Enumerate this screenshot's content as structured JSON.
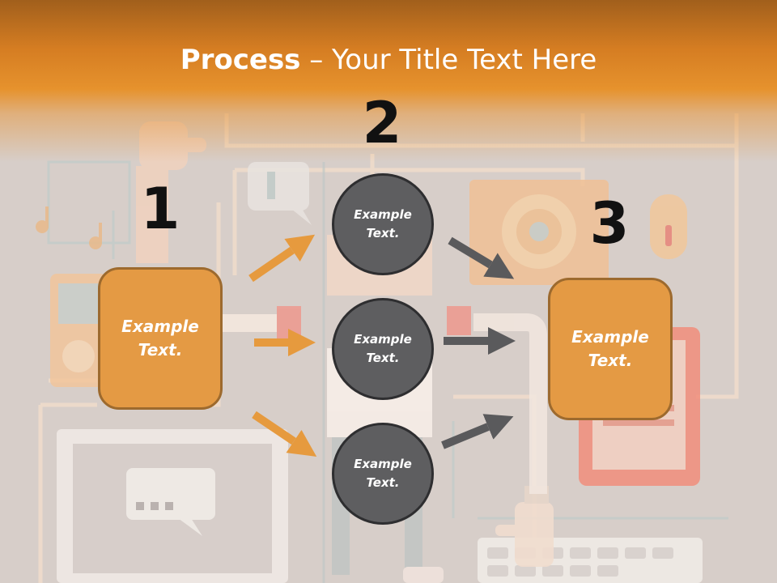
{
  "title": {
    "strong": "Process",
    "rest": " – Your Title Text Here"
  },
  "steps": {
    "n1": "1",
    "n2": "2",
    "n3": "3"
  },
  "boxes": {
    "left": {
      "line1": "Example",
      "line2": "Text."
    },
    "right": {
      "line1": "Example",
      "line2": "Text."
    }
  },
  "circles": [
    {
      "line1": "Example",
      "line2": "Text."
    },
    {
      "line1": "Example",
      "line2": "Text."
    },
    {
      "line1": "Example",
      "line2": "Text."
    }
  ],
  "colors": {
    "box_fill": "#e49a44",
    "box_border": "#9d6a2e",
    "circle_fill": "#5e5e60",
    "orange_arrow": "#e69a3e",
    "gray_arrow": "#5a5a5c",
    "header": "#e6922d"
  }
}
